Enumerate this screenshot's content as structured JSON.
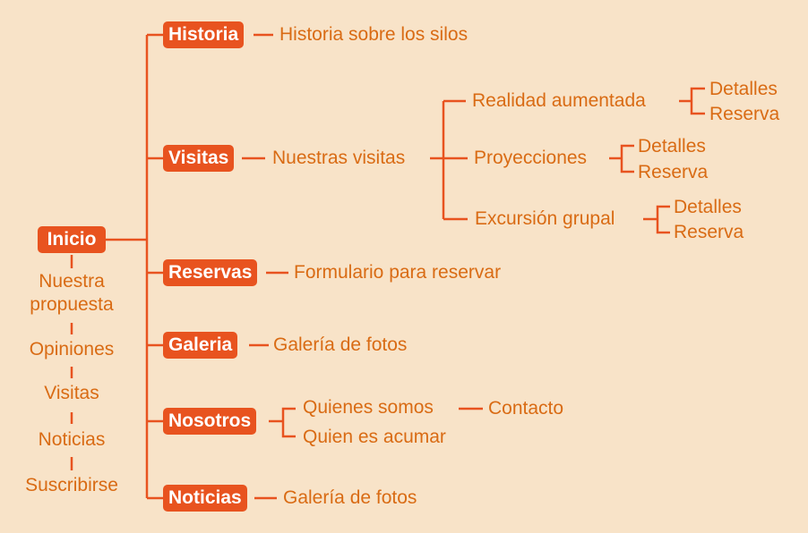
{
  "colors": {
    "background": "#f8e3c8",
    "accent": "#e8531f",
    "text": "#d96b14"
  },
  "root": {
    "label": "Inicio"
  },
  "home_sections": [
    "Nuestra propuesta",
    "Opiniones",
    "Visitas",
    "Noticias",
    "Suscribirse"
  ],
  "branches": {
    "historia": {
      "label": "Historia",
      "child": "Historia sobre los silos"
    },
    "visitas": {
      "label": "Visitas",
      "child": "Nuestras visitas",
      "options": [
        {
          "label": "Realidad aumentada",
          "details": "Detalles",
          "reserve": "Reserva"
        },
        {
          "label": "Proyecciones",
          "details": "Detalles",
          "reserve": "Reserva"
        },
        {
          "label": "Excursión grupal",
          "details": "Detalles",
          "reserve": "Reserva"
        }
      ]
    },
    "reservas": {
      "label": "Reservas",
      "child": "Formulario para reservar"
    },
    "galeria": {
      "label": "Galeria",
      "child": "Galería de fotos"
    },
    "nosotros": {
      "label": "Nosotros",
      "child_1": "Quienes somos",
      "child_1_next": "Contacto",
      "child_2": "Quien es acumar"
    },
    "noticias": {
      "label": "Noticias",
      "child": "Galería de fotos"
    }
  }
}
